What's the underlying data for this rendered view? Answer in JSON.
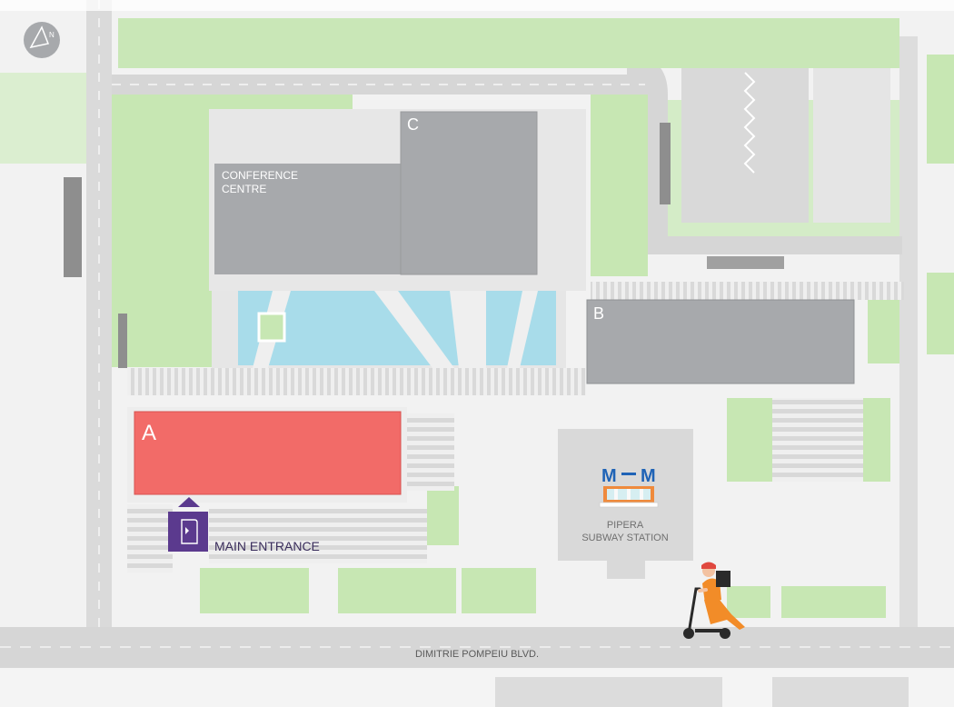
{
  "buildings": {
    "a": {
      "label": "A"
    },
    "b": {
      "label": "B"
    },
    "c": {
      "label": "C"
    },
    "conference": {
      "line1": "CONFERENCE",
      "line2": "CENTRE"
    }
  },
  "entrance": {
    "label": "MAIN ENTRANCE"
  },
  "metro": {
    "logo_left": "M",
    "logo_right": "M",
    "line1": "PIPERA",
    "line2": "SUBWAY STATION"
  },
  "street": {
    "name": "DIMITRIE POMPEIU BLVD."
  },
  "icons": {
    "compass": "compass-icon",
    "entrance": "door-icon",
    "courier": "scooter-courier-icon"
  },
  "colors": {
    "building_a": "#f26b68",
    "building_gray": "#a7a9ac",
    "grass": "#bde6a7",
    "water": "#a8dcea",
    "road": "#d9d9d9",
    "entrance": "#5b3a8e"
  }
}
